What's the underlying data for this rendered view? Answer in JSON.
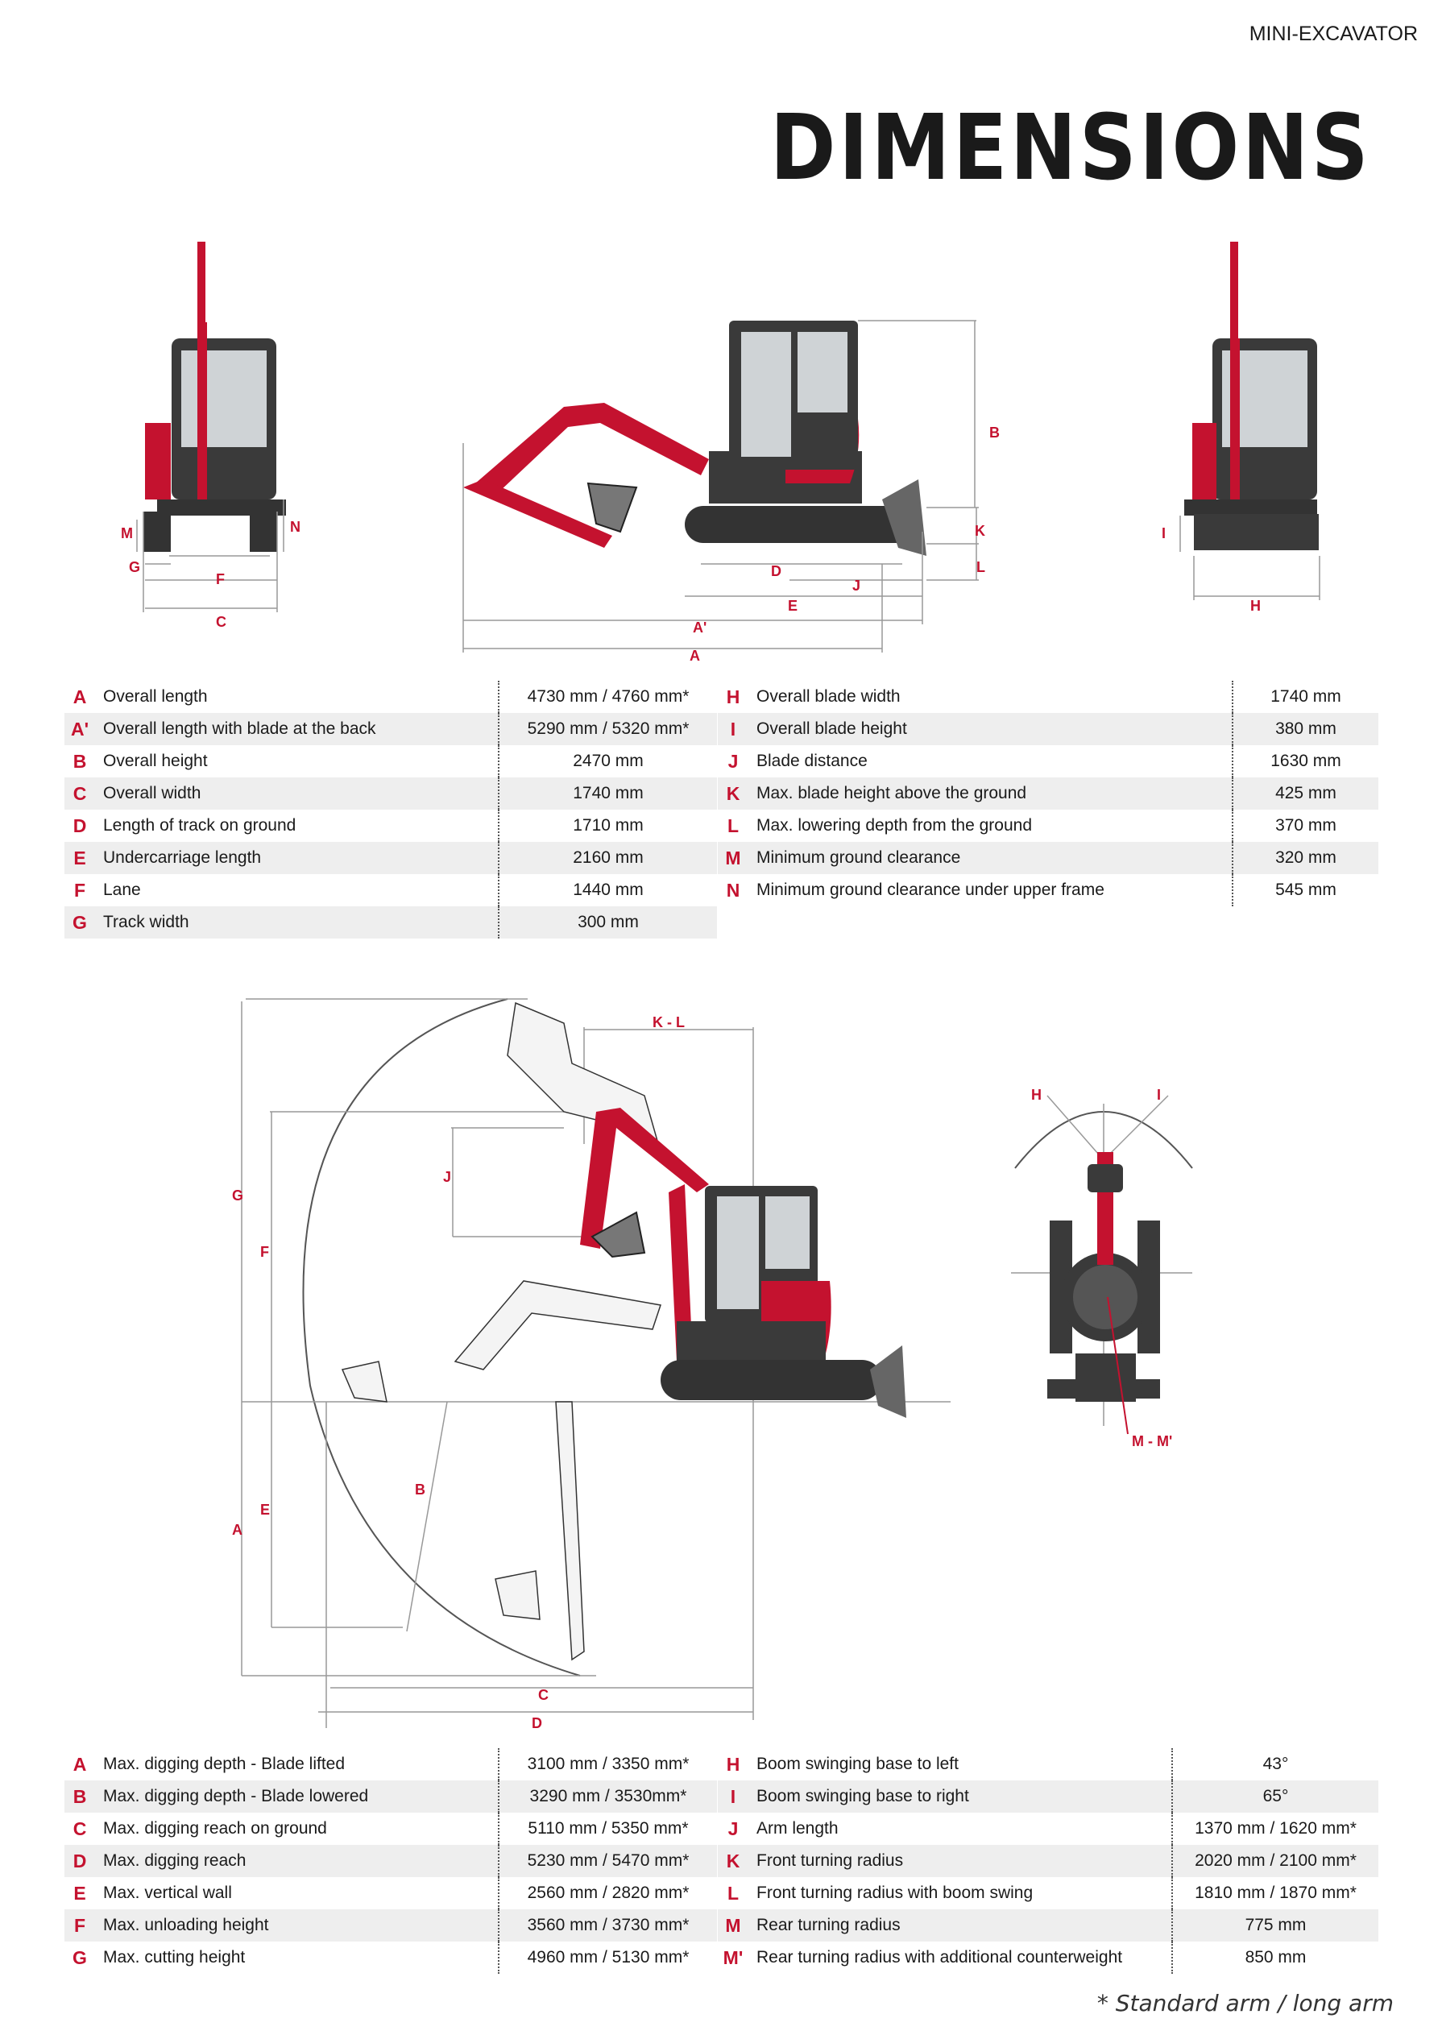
{
  "header": {
    "category": "MINI-EXCAVATOR",
    "title": "DIMENSIONS"
  },
  "top_diagram_labels": {
    "front": {
      "M": "M",
      "N": "N",
      "G": "G",
      "F": "F",
      "C": "C"
    },
    "side": {
      "B": "B",
      "K": "K",
      "L": "L",
      "D": "D",
      "J": "J",
      "E": "E",
      "A_prime": "A'",
      "A": "A"
    },
    "rear": {
      "I": "I",
      "H": "H"
    }
  },
  "dimensions_table": {
    "left": [
      {
        "letter": "A",
        "label": "Overall length",
        "value": "4730 mm / 4760 mm*"
      },
      {
        "letter": "A'",
        "label": "Overall length with blade at the back",
        "value": "5290 mm / 5320 mm*"
      },
      {
        "letter": "B",
        "label": "Overall height",
        "value": "2470 mm"
      },
      {
        "letter": "C",
        "label": "Overall width",
        "value": "1740 mm"
      },
      {
        "letter": "D",
        "label": "Length of track on ground",
        "value": "1710 mm"
      },
      {
        "letter": "E",
        "label": "Undercarriage length",
        "value": "2160 mm"
      },
      {
        "letter": "F",
        "label": "Lane",
        "value": "1440 mm"
      },
      {
        "letter": "G",
        "label": "Track width",
        "value": "300 mm"
      }
    ],
    "right": [
      {
        "letter": "H",
        "label": "Overall blade width",
        "value": "1740 mm"
      },
      {
        "letter": "I",
        "label": "Overall blade height",
        "value": "380 mm"
      },
      {
        "letter": "J",
        "label": "Blade distance",
        "value": "1630 mm"
      },
      {
        "letter": "K",
        "label": "Max. blade height above the ground",
        "value": "425 mm"
      },
      {
        "letter": "L",
        "label": "Max. lowering depth from the ground",
        "value": "370 mm"
      },
      {
        "letter": "M",
        "label": "Minimum ground clearance",
        "value": "320 mm"
      },
      {
        "letter": "N",
        "label": "Minimum ground clearance under upper frame",
        "value": "545 mm"
      }
    ]
  },
  "bottom_diagram_labels": {
    "reach": {
      "KL": "K - L",
      "G": "G",
      "J": "J",
      "F": "F",
      "B": "B",
      "A": "A",
      "E": "E",
      "C": "C",
      "D": "D"
    },
    "top_view": {
      "H": "H",
      "I": "I",
      "MM": "M - M'"
    }
  },
  "working_table": {
    "left": [
      {
        "letter": "A",
        "label": "Max. digging depth - Blade lifted",
        "value": "3100 mm / 3350 mm*"
      },
      {
        "letter": "B",
        "label": "Max. digging depth - Blade lowered",
        "value": "3290 mm / 3530mm*"
      },
      {
        "letter": "C",
        "label": "Max. digging reach on ground",
        "value": "5110 mm / 5350 mm*"
      },
      {
        "letter": "D",
        "label": "Max. digging reach",
        "value": "5230 mm / 5470 mm*"
      },
      {
        "letter": "E",
        "label": "Max. vertical wall",
        "value": "2560 mm / 2820 mm*"
      },
      {
        "letter": "F",
        "label": "Max. unloading height",
        "value": "3560 mm / 3730 mm*"
      },
      {
        "letter": "G",
        "label": "Max. cutting height",
        "value": "4960 mm / 5130 mm*"
      }
    ],
    "right": [
      {
        "letter": "H",
        "label": "Boom swinging base to left",
        "value": "43°"
      },
      {
        "letter": "I",
        "label": "Boom swinging base to right",
        "value": "65°"
      },
      {
        "letter": "J",
        "label": "Arm length",
        "value": "1370 mm / 1620 mm*"
      },
      {
        "letter": "K",
        "label": "Front turning radius",
        "value": "2020 mm / 2100 mm*"
      },
      {
        "letter": "L",
        "label": "Front turning radius with boom swing",
        "value": "1810 mm / 1870 mm*"
      },
      {
        "letter": "M",
        "label": "Rear turning radius",
        "value": "775 mm"
      },
      {
        "letter": "M'",
        "label": "Rear turning radius with additional counterweight",
        "value": "850 mm"
      }
    ]
  },
  "footnote": "* Standard arm / long arm",
  "colors": {
    "accent": "#c4122f",
    "body": "#3a3a3a",
    "zebra": "#eeeeee"
  }
}
